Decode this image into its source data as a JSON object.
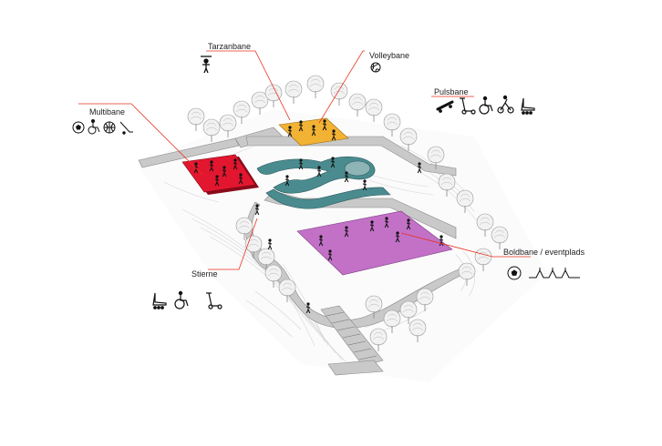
{
  "zones": {
    "tarzanbane": {
      "label": "Tarzanbane",
      "icons": [
        "tarzan-swing-icon"
      ]
    },
    "volleybane": {
      "label": "Volleybane",
      "icons": [
        "volleyball-icon"
      ]
    },
    "pulsbane": {
      "label": "Pulsbane",
      "icons": [
        "skateboard-icon",
        "scooter-icon",
        "wheelchair-icon",
        "bmx-bike-icon",
        "rollerblade-icon"
      ]
    },
    "multibane": {
      "label": "Multibane",
      "icons": [
        "soccer-ball-icon",
        "wheelchair-icon",
        "basketball-icon",
        "hockey-stick-icon"
      ]
    },
    "stierne": {
      "label": "Stierne",
      "icons": [
        "rollerblade-icon",
        "wheelchair-icon",
        "scooter-icon"
      ]
    },
    "boldbane": {
      "label": "Boldbane / eventplads",
      "icons": [
        "soccer-ball-icon",
        "event-tents-icon"
      ]
    }
  },
  "colors": {
    "leader": "#e8321e",
    "multibane": "#e2162f",
    "volleybane": "#f2b233",
    "boldbane": "#c271c7",
    "pulsbane": "#4a8b8f",
    "path": "#c9c9c9",
    "contour": "#cfcfcf"
  }
}
